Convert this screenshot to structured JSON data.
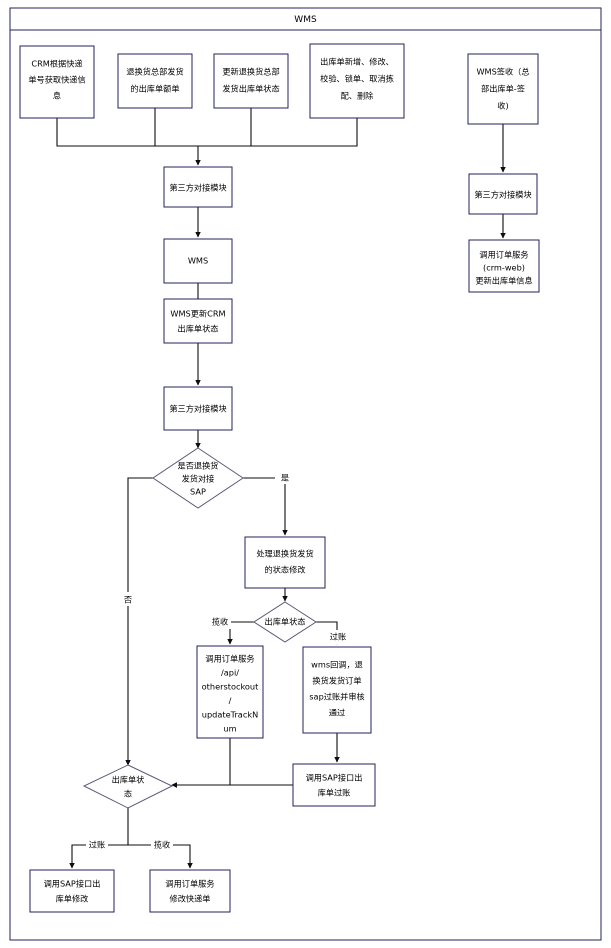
{
  "diagram": {
    "container_title": "WMS",
    "nodes": {
      "crm_track_query": {
        "lines": [
          "CRM根据快递",
          "单号获取快递信",
          "息"
        ]
      },
      "return_hq_ship_order": {
        "lines": [
          "退换货总部发货",
          "的出库单额单"
        ]
      },
      "update_return_status": {
        "lines": [
          "更新退换货总部",
          "发货出库单状态"
        ]
      },
      "stockout_ops": {
        "lines": [
          "出库单新增、修改、",
          "校验、锁单、取消拣",
          "配、删除"
        ]
      },
      "wms_sign": {
        "lines": [
          "WMS签收（总",
          "部出库单-签",
          "收)"
        ]
      },
      "third_party_1": {
        "lines": [
          "第三方对接模块"
        ]
      },
      "third_party_right": {
        "lines": [
          "第三方对接模块"
        ]
      },
      "wms": {
        "lines": [
          "WMS"
        ]
      },
      "order_service_crmweb": {
        "lines": [
          "调用订单服务",
          "(crm-web)",
          "更新出库单信息"
        ]
      },
      "wms_update_crm": {
        "lines": [
          "WMS更新CRM",
          "出库单状态"
        ]
      },
      "third_party_2": {
        "lines": [
          "第三方对接模块"
        ]
      },
      "decide_sap": {
        "lines": [
          "是否退换货",
          "发货对接",
          "SAP"
        ]
      },
      "handle_return_status": {
        "lines": [
          "处理退换货发货",
          "的状态修改"
        ]
      },
      "decide_stockout_status_1": {
        "lines": [
          "出库单状态"
        ]
      },
      "order_service_api": {
        "lines": [
          "调用订单服务",
          "/api/",
          "otherstockout",
          "/",
          "updateTrackN",
          "um"
        ]
      },
      "wms_callback_sap": {
        "lines": [
          "wms回调，退",
          "换货发货订单",
          "sap过账并审核",
          "通过"
        ]
      },
      "sap_post_stockout": {
        "lines": [
          "调用SAP接口出",
          "库单过账"
        ]
      },
      "decide_stockout_status_2": {
        "lines": [
          "出库单状",
          "态"
        ]
      },
      "sap_modify_stockout": {
        "lines": [
          "调用SAP接口出",
          "库单修改"
        ]
      },
      "order_service_modify_track": {
        "lines": [
          "调用订单服务",
          "修改快递单"
        ]
      }
    },
    "edge_labels": {
      "sap_yes": "是",
      "sap_no": "否",
      "status1_left": "揽收",
      "status1_right": "过账",
      "status2_left": "过账",
      "status2_right": "揽收"
    },
    "colors": {
      "node_stroke": "#23235b",
      "diamond_stroke": "#5a5a78",
      "edge": "#0d0d0d",
      "background": "#ffffff",
      "text": "#000000"
    }
  }
}
